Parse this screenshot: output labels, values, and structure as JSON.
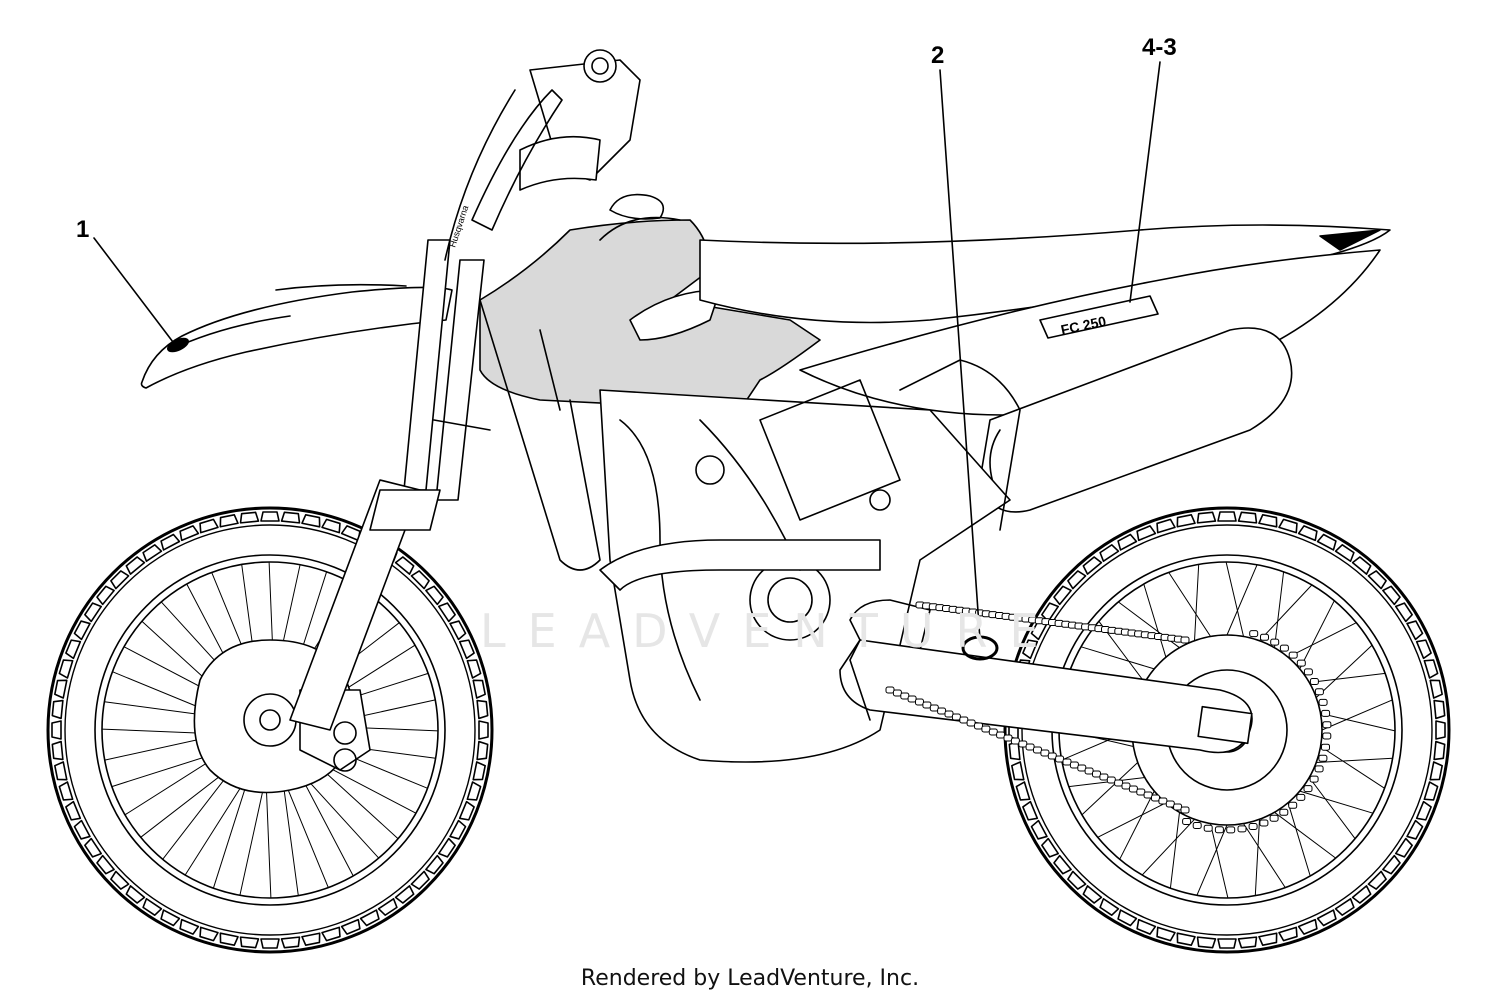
{
  "callouts": [
    {
      "label": "1"
    },
    {
      "label": "2"
    },
    {
      "label": "4-3"
    }
  ],
  "tank_decal_text": "Husqvarna",
  "side_panel_decal_text": "FC 250",
  "watermark": "LEADVENTURE",
  "footer": "Rendered by LeadVenture, Inc."
}
